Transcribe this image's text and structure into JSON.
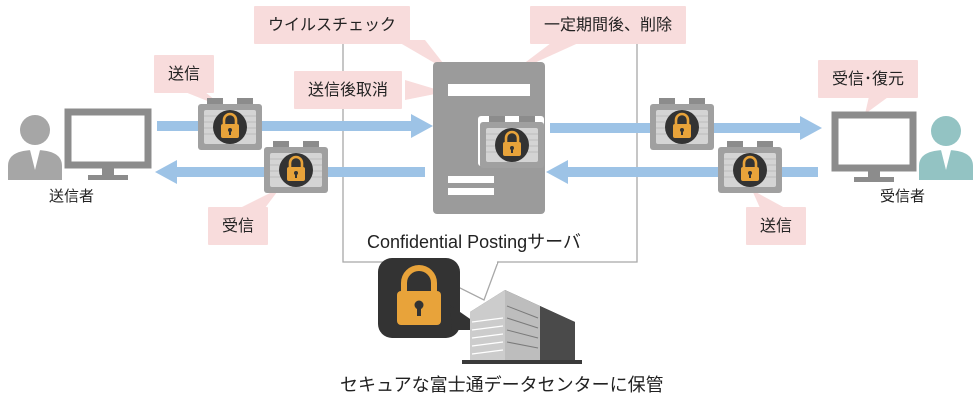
{
  "labels": {
    "virus_check": "ウイルスチェック",
    "auto_delete": "一定期間後、削除",
    "cancel_send": "送信後取消",
    "send_left": "送信",
    "receive_left": "受信",
    "receive_restore_right": "受信･復元",
    "send_right": "送信",
    "sender": "送信者",
    "receiver": "受信者",
    "server": "Confidential Postingサーバ",
    "datacenter": "セキュアな富士通データセンターに保管"
  },
  "colors": {
    "arrow": "#9dc3e6",
    "callout": "#f8dcdc",
    "server": "#9b9b9b",
    "person_sender": "#a6a6a6",
    "person_receiver": "#93c3c3",
    "lock": "#e8a33a",
    "lock_badge": "#333333"
  },
  "icons": {
    "sender": "person-icon",
    "receiver": "person-icon",
    "monitor": "monitor-icon",
    "package": "locked-package-icon",
    "server": "server-icon",
    "lock": "padlock-icon",
    "building": "datacenter-building-icon"
  }
}
